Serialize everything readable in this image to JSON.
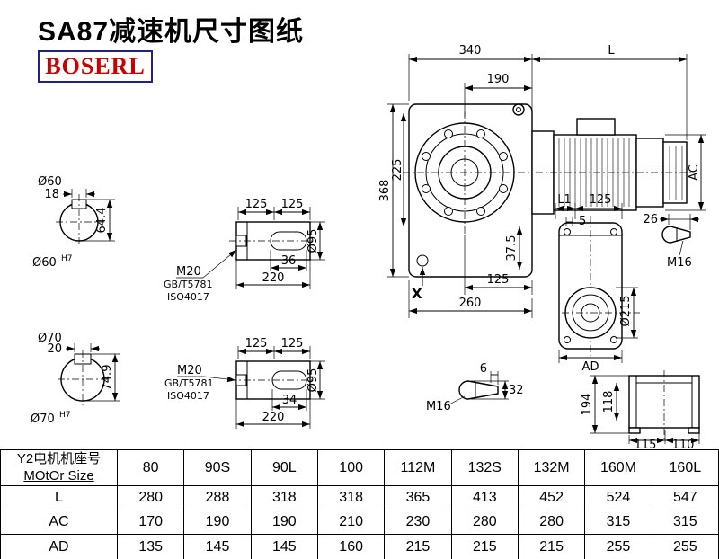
{
  "page": {
    "title": "SA87减速机尺寸图纸",
    "logo": "BOSERL"
  },
  "drawing": {
    "main": {
      "width_340": "340",
      "motor_L": "L",
      "offset_190": "190",
      "height_368": "368",
      "center_225": "225",
      "foot_37_5": "37.5",
      "bottom_125": "125",
      "base_260": "260",
      "x_label": "X",
      "ac_label": "AC"
    },
    "side": {
      "l1": "L1",
      "d125": "125",
      "d5": "5",
      "d26": "26",
      "m16": "M16",
      "dia_215": "Ø215",
      "ad": "AD"
    },
    "rear": {
      "d194": "194",
      "d118": "118",
      "d115": "115",
      "d110": "110"
    },
    "key_detail": {
      "d6": "6",
      "d32": "32",
      "m16": "M16"
    },
    "shaft60_end": {
      "dia": "Ø60",
      "key_w": "18",
      "key_h": "64.4",
      "fit": "Ø60",
      "fit_sup": "H7"
    },
    "shaft70_end": {
      "dia": "Ø70",
      "key_w": "20",
      "key_h": "74.9",
      "fit": "Ø70",
      "fit_sup": "H7"
    },
    "shaft60_side": {
      "d125a": "125",
      "d125b": "125",
      "key_len": "36",
      "len": "220",
      "dia": "Ø95",
      "thread": "M20",
      "std1": "GB/T5781",
      "std2": "ISO4017"
    },
    "shaft70_side": {
      "d125a": "125",
      "d125b": "125",
      "key_len": "34",
      "len": "220",
      "dia": "Ø95",
      "thread": "M20",
      "std1": "GB/T5781",
      "std2": "ISO4017"
    }
  },
  "table": {
    "header_cn": "Y2电机机座号",
    "header_en": "MOtOr Size",
    "sizes": [
      "80",
      "90S",
      "90L",
      "100",
      "112M",
      "132S",
      "132M",
      "160M",
      "160L"
    ],
    "rows": [
      {
        "label": "L",
        "values": [
          "280",
          "288",
          "318",
          "318",
          "365",
          "413",
          "452",
          "524",
          "547"
        ]
      },
      {
        "label": "AC",
        "values": [
          "170",
          "190",
          "190",
          "210",
          "230",
          "280",
          "280",
          "315",
          "315"
        ]
      },
      {
        "label": "AD",
        "values": [
          "135",
          "145",
          "145",
          "160",
          "215",
          "215",
          "215",
          "255",
          "255"
        ]
      }
    ]
  }
}
